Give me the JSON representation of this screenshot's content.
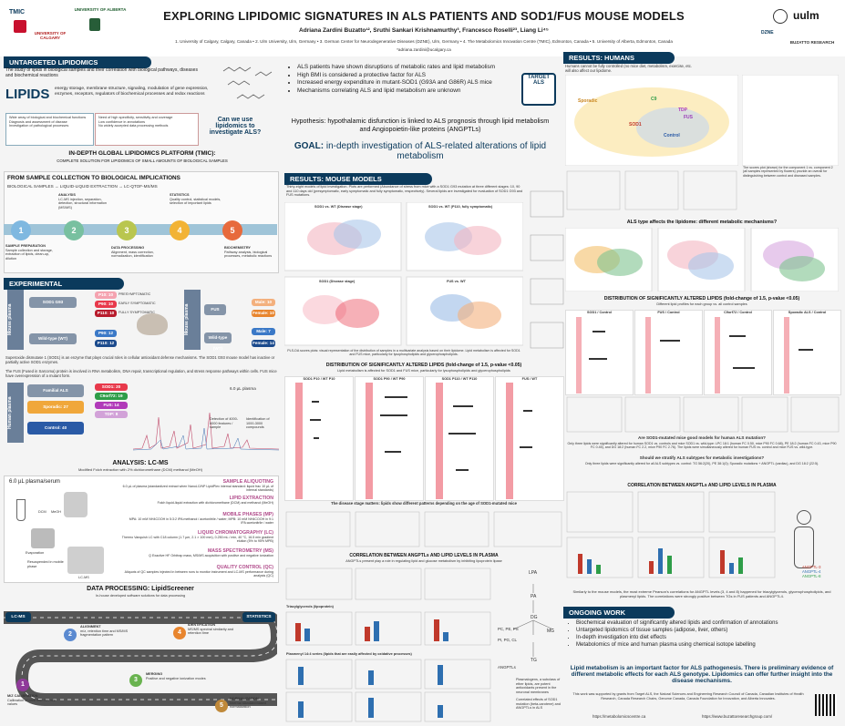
{
  "header": {
    "title": "EXPLORING LIPIDOMIC SIGNATURES IN ALS PATIENTS AND SOD1/FUS MOUSE MODELS",
    "authors": "Adriana Zardini Buzatto¹², Sruthi Sankari Krishnamurthy³, Francesco Roselli²³, Liang Li⁴⁵",
    "affiliations": "1. University of Calgary, Calgary, Canada • 2. Ulm University, Ulm, Germany • 3. German Center for Neurodegenerative Diseases (DZNE), Ulm, Germany • 4. The Metabolomics Innovation Centre (TMIC), Edmonton, Canada • 5. University of Alberta, Edmonton, Canada",
    "email": "*adriana.zardini@ucalgary.ca",
    "logos": {
      "tmic": "TMIC",
      "calgary": "UNIVERSITY OF CALGARY",
      "alberta": "UNIVERSITY OF ALBERTA",
      "dzne": "DZNE",
      "ulm": "uulm",
      "buzatto": "BUZATTO RESEARCH"
    }
  },
  "untargeted": {
    "header": "UNTARGETED LIPIDOMICS",
    "intro": "The study of lipids in biological samples and their correlation with biological pathways, diseases and biochemical reactions",
    "lipids_word": "LIPIDS",
    "lipids_desc": "energy storage, membrane structure, signaling, modulation of gene expression, enzymes, receptors, regulators of biochemical processes and redox reactions",
    "pros": [
      "Wide array of biological and biochemical functions",
      "Diagnosis and assessment of disease",
      "Investigation of pathological processes"
    ],
    "cons": [
      "Need of high specificity, sensitivity and coverage",
      "Low confidence in annotations",
      "No widely accepted data processing methods"
    ],
    "question": "Can we use lipidomics to investigate ALS?"
  },
  "tmic": {
    "title": "IN-DEPTH GLOBAL LIPIDOMICS PLATFORM (TMIC):",
    "subtitle": "COMPLETE SOLUTION FOR LIPIDOMICS OF SMALL AMOUNTS OF BIOLOGICAL SAMPLES",
    "flow_title": "FROM SAMPLE COLLECTION TO BIOLOGICAL IMPLICATIONS",
    "flow_sub": "BIOLOGICAL SAMPLES → LIQUID-LIQUID EXTRACTION → LC-QTOF-MS/MS",
    "steps": [
      {
        "num": "1",
        "title": "SAMPLE PREPARATION",
        "desc": "Sample collection and storage, extraction of lipids, clean-up, dilution"
      },
      {
        "num": "2",
        "title": "ANALYSIS",
        "desc": "LC-MS injection, separation, detection, structural information (MS/MS)"
      },
      {
        "num": "3",
        "title": "DATA PROCESSING",
        "desc": "Alignment, mass correction, normalization, identification"
      },
      {
        "num": "4",
        "title": "STATISTICS",
        "desc": "Quality control, statistical models, selection of important lipids"
      },
      {
        "num": "5",
        "title": "BIOCHEMISTRY",
        "desc": "Pathway analysis, biological processes, metabolic reactions"
      }
    ]
  },
  "experimental": {
    "header": "EXPERIMENTAL",
    "mice_label": "Mouse plasma",
    "human_label": "Human plasma",
    "sod1": "SOD1 G93",
    "sod1_tags": [
      "P10: 10",
      "P90: 10",
      "P110: 10"
    ],
    "sod1_stages": [
      "PRESYMPTOMATIC",
      "EARLY SYMPTOMATIC",
      "FULLY SYMPTOMATIC"
    ],
    "wt": "Wild-type (WT)",
    "wt_tags": [
      "P90: 12",
      "P110: 12"
    ],
    "fus": "FUS",
    "fus_tags": [
      "Male: 10",
      "Female: 10"
    ],
    "fus_wt_tags": [
      "Male: 7",
      "Female: 14"
    ],
    "desc1": "Superoxide dismutase 1 (SOD1) is an enzyme that plays crucial roles in cellular antioxidant defense mechanisms. The SOD1 G93 mouse model has inactive or partially active SOD1 enzymes.",
    "desc2": "The FUS (Fused in Sarcoma) protein is involved in RNA metabolism, DNA repair, transcriptional regulation, and stress response pathways within cells. FUS mice have overexpression of a mutant form.",
    "familial": "Familial ALS",
    "familial_tags": [
      "SOD1: 20",
      "C9orf72: 19",
      "FUS: 14",
      "TDP: 8"
    ],
    "sporadic": "Sporadic: 27",
    "control": "Control: 40",
    "plasma_vol": "6.0 µL plasma",
    "detect1": "Detection of 4000-6000 features / sample",
    "detect2": "Identification of 1000-3000 compounds"
  },
  "lcms": {
    "header": "ANALYSIS: LC-MS",
    "sub": "Modified Folch extraction with 2% dichloromethane (DCM) methanol (MeOH)",
    "items": [
      {
        "title": "SAMPLE ALIQUOTING",
        "desc": "6.0 µL of plasma (standardized extract when NanoLC/NP LipidPlex internal standard: liquid frac 10 µL of internal standards)"
      },
      {
        "title": "LIPID EXTRACTION",
        "desc": "Folch liquid-liquid extraction with dichloromethane (DCM) and methanol (MeOH)"
      },
      {
        "title": "MOBILE PHASES (MP)",
        "desc": "MPA: 10 mM NH4COOH in 5:3:2 IPA:methanol / acetonitrile / water; MPB: 10 mM NH4COOH in 9:1 IPA:acetonitrile / water"
      },
      {
        "title": "LIQUID CHROMATOGRAPHY (LC)",
        "desc": "Thermo Vanquish LC with C18 column (1.7 µm, 2.1 × 100 mm), 0.250 mL / min, 40 °C, 16.5 min gradient elution (5% to 95% MPB)"
      },
      {
        "title": "MASS SPECTROMETRY (MS)",
        "desc": "Q Exactive HF Orbitrap mass, MS/MS acquisition with positive and negative ionization"
      },
      {
        "title": "QUALITY CONTROL (QC)",
        "desc": "Aliquots of QC samples injected in between runs to monitor instrument and LC-MS performance during analysis (QC)"
      }
    ],
    "labels": [
      "6.0 µL plasma/serum",
      "DCM",
      "MeOH",
      "Evaporation",
      "Resuspended in mobile phase",
      "LC-MS"
    ]
  },
  "dataproc": {
    "header": "DATA PROCESSING: LipidScreener",
    "sub": "In-house developed software solutions for data processing",
    "steps": [
      {
        "num": "1",
        "title": "M/Z CALIBRATION",
        "desc": "Calibration of data from ion m/z values"
      },
      {
        "num": "2",
        "title": "ALIGNMENT",
        "desc": "m/z, retention time and MS/MS fragmentation pattern"
      },
      {
        "num": "3",
        "title": "MERGING",
        "desc": "Positive and negative ionization modes"
      },
      {
        "num": "4",
        "title": "IDENTIFICATION",
        "desc": "MS/MS spectral similarity and retention time"
      },
      {
        "num": "5",
        "title": "NORMALIZATION",
        "desc": "Internal standard based normalization"
      }
    ],
    "lcms_label": "LC-MS",
    "stats_label": "STATISTICS"
  },
  "intro_middle": {
    "bullets": [
      "ALS patients have shown disruptions of metabolic rates and lipid metabolism",
      "High BMI is considered a protective factor for ALS",
      "Increased energy expenditure in mutant-SOD1 (G93A and G86R) ALS mice",
      "Mechanisms correlating ALS and lipid metabolism are unknown"
    ],
    "target": "TARGET ALS",
    "hypothesis": "Hypothesis: hypothalamic disfunction is linked to ALS prognosis through lipid metabolism and Angiopoietin-like proteins (ANGPTLs)",
    "goal_label": "GOAL:",
    "goal": "in-depth investigation of ALS-related alterations of lipid metabolism"
  },
  "mouse": {
    "header": "RESULTS: MOUSE MODELS",
    "desc": "Thirty-eight models of lipid investigation. Plots are performed (Abundance of stress from mice with a SOD1 G93 mutation at three different stages: 10, 90 and 110 days old (presymptomatic, early symptomatic and fully symptomatic, respectively). Several lipids are investigated for evaluation of SOD1 G93 and FUS mutations.",
    "pls_titles": [
      "SOD1 vs. WT (Disease stage)",
      "SOD1 vs. WT (P110, fully symptomatic)",
      "SOD1 (Disease stage)",
      "FUS vs. WT"
    ],
    "pca_caption": "PLS-DA scores plots: visual representation of the distribution of samples in a multivariate analysis based on their lipidome. Lipid metabolism is affected for SOD1 and FUS mice, particularly for lysophospholipids and glycerophospholipids.",
    "dist_title": "DISTRIBUTION OF SIGNIFICANTLY ALTERED LIPIDS (fold-change of 1.5, p-value <0.05)",
    "dist_sub": "Lipid metabolism is affected for SOD1 and FUS mice, particularly for lysophospholipids and glycerophospholipids",
    "dist_panels": [
      "SOD1 P10 / WT P10",
      "SOD1 P90 / WT P90",
      "SOD1 P110 / WT P110",
      "FUS / WT"
    ],
    "disease_stage": "The disease stage matters: lipids show different patterns depending on the age of SOD1-mutated mice",
    "corr_title": "CORRELATION BETWEEN ANGPTLs AND LIPID LEVELS IN PLASMA",
    "corr_sub": "ANGPTLs present play a role in regulating lipid and glucose metabolism by inhibiting lipoprotein lipase",
    "tg_label": "Triacylglycerols (lipoprotein)",
    "plasmalogen_label": "Plasmenyl 14:4 series (lipids that are easily affected by oxidative processes)",
    "pathway_labels": [
      "LPA",
      "PA",
      "DG",
      "MG",
      "TG",
      "PC, PE, PS",
      "PI, PG, CL",
      "ANGPTLs"
    ],
    "pathway_note": "Plasmalogens, a subclass of ether lipids, are potent antioxidants present in the neuronal membranes",
    "pathway_note2": "Correlated effects of SOD1 mutation (beta-carotene) and ANGPTLs in ALS",
    "legend": [
      "ANGPTL3",
      "ANGPTL4",
      "ANGPTL8"
    ]
  },
  "humans": {
    "header": "RESULTS: HUMANS",
    "desc": "Humans cannot be fully controlled (no mice diet, metabolism, exercise, etc. will also affect our lipidome.",
    "pca_groups": [
      "Sporadic",
      "C9",
      "TDP",
      "FUS",
      "SOD1",
      "Control"
    ],
    "loadings_note": "The scores plot (shown) for the component 1 vs. component 2 (all samples represented by flowers) provide an overall for distinguishing between control and diseased samples.",
    "pca_title": "ALS type affects the lipidome: different metabolic mechanisms?",
    "dist_title": "DISTRIBUTION OF SIGNIFICANTLY ALTERED LIPIDS (fold-change of 1.5, p-value <0.05)",
    "dist_sub": "Different lipid profiles for each group vs. all control samples",
    "dist_panels": [
      "SOD1 / Control",
      "FUS / Control",
      "C9orf72 / Control",
      "Sporadic ALS / Control"
    ],
    "q1": "Are SOD1-mutated mice good models for human ALS mutation?",
    "q1_desc": "Only three lipids were significantly altered for human SOD1 vs. controls and mice SOD1 vs. wild-type: LPC 18:1 (human FC 0.50, mice P90 FC 0.68), PE 18:2 (human FC 0.43, mice P90 FC 0.45), and DG 18:2 (human FC 2.2, mice P90 FC 2.76). The lipids were simultaneously altered for human FUS vs. control and mice FUS vs. wild-type.",
    "q2": "Should we stratify ALS subtypes for metabolic investigations?",
    "q2_desc": "Only three lipids were significantly altered for all ALS subtypes vs. control: TG 56:2(20), PE 38:1(0); Sporadic mutations + ANGPTL (cardiac), and DG 18:2 (22:5).",
    "corr_title": "CORRELATION BETWEEN ANGPTLs AND LIPID LEVELS IN PLASMA",
    "corr_desc": "Similarly to the mouse models, the most extreme Pearson’s correlations for ANGPTL levels (3, 4 and 8) happened for triacylglycerols, glycerophospholipids, and plasmenyl lipids. The correlations were strongly positive between TGs in FUS patients and ANGPTL4.",
    "legend": [
      "ANGPTL-3",
      "ANGPTL-4",
      "ANGPTL-8"
    ]
  },
  "ongoing": {
    "header": "ONGOING WORK",
    "bullets": [
      "Biochemical evaluation of significantly altered lipids and confirmation of annotations",
      "Untargeted lipidomics of tissue samples (adipose, liver, others)",
      "In-depth investigation into diet effects",
      "Metabolomics of mice and human plasma using chemical isotope labelling"
    ],
    "conclusion": "Lipid metabolism is an important factor for ALS pathogenesis. There is preliminary evidence of different metabolic effects for each ALS genotype. Lipidomics can offer further insight into the disease mechanisms.",
    "funding": "This work was supported by grants from Target ALS, the Natural Sciences and Engineering Research Council of Canada, Canadian Institutes of Health Research, Canada Research Chairs, Genome Canada, Canada Foundation for Innovation, and Alberta Innovates.",
    "url1": "https://metabolomicscentre.ca",
    "url2": "https://www.buzattoresearchgroup.com/"
  }
}
